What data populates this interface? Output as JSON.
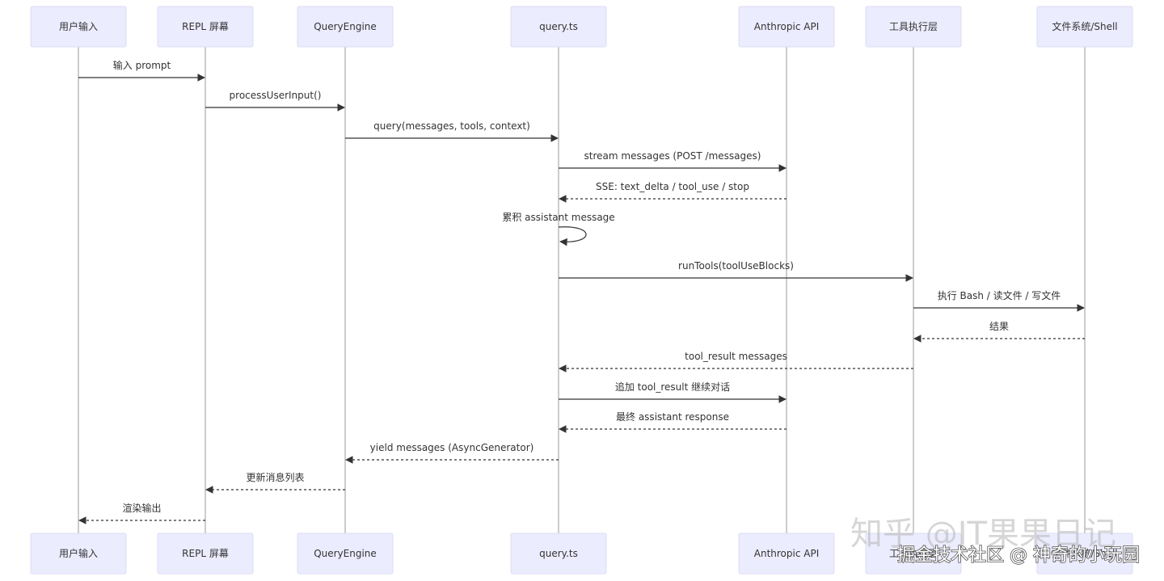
{
  "participants": [
    {
      "id": "user",
      "label": "用户输入"
    },
    {
      "id": "repl",
      "label": "REPL 屏幕"
    },
    {
      "id": "engine",
      "label": "QueryEngine"
    },
    {
      "id": "query",
      "label": "query.ts"
    },
    {
      "id": "api",
      "label": "Anthropic API"
    },
    {
      "id": "tools",
      "label": "工具执行层"
    },
    {
      "id": "fs",
      "label": "文件系统/Shell"
    }
  ],
  "messages": [
    {
      "from": "user",
      "to": "repl",
      "label": "输入 prompt",
      "style": "solid"
    },
    {
      "from": "repl",
      "to": "engine",
      "label": "processUserInput()",
      "style": "solid"
    },
    {
      "from": "engine",
      "to": "query",
      "label": "query(messages, tools, context)",
      "style": "solid"
    },
    {
      "from": "query",
      "to": "api",
      "label": "stream messages (POST /messages)",
      "style": "solid"
    },
    {
      "from": "api",
      "to": "query",
      "label": "SSE: text_delta / tool_use / stop",
      "style": "dashed"
    },
    {
      "from": "query",
      "to": "query",
      "label": "累积 assistant message",
      "style": "solid"
    },
    {
      "from": "query",
      "to": "tools",
      "label": "runTools(toolUseBlocks)",
      "style": "solid"
    },
    {
      "from": "tools",
      "to": "fs",
      "label": "执行 Bash / 读文件 / 写文件",
      "style": "solid"
    },
    {
      "from": "fs",
      "to": "tools",
      "label": "结果",
      "style": "dashed"
    },
    {
      "from": "tools",
      "to": "query",
      "label": "tool_result messages",
      "style": "dashed"
    },
    {
      "from": "query",
      "to": "api",
      "label": "追加 tool_result 继续对话",
      "style": "solid"
    },
    {
      "from": "api",
      "to": "query",
      "label": "最终 assistant response",
      "style": "dashed"
    },
    {
      "from": "query",
      "to": "engine",
      "label": "yield messages (AsyncGenerator)",
      "style": "dashed"
    },
    {
      "from": "engine",
      "to": "repl",
      "label": "更新消息列表",
      "style": "dashed"
    },
    {
      "from": "repl",
      "to": "user",
      "label": "渲染输出",
      "style": "dashed"
    }
  ],
  "watermark": {
    "main": "知乎 @IT果果日记",
    "sub": "掘金技术社区 @ 神奇的小玩园"
  }
}
